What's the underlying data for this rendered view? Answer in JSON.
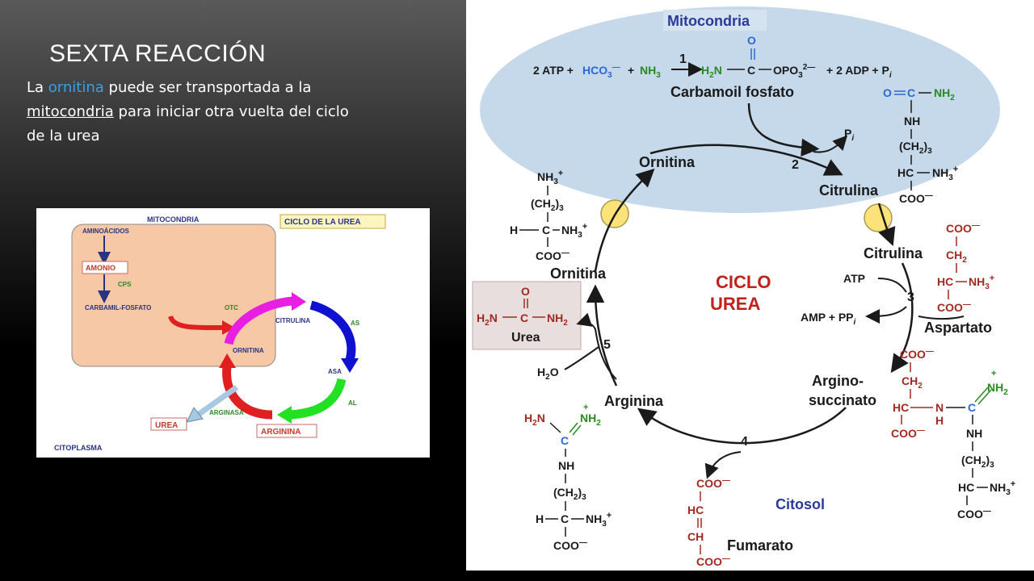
{
  "slide": {
    "title": "SEXTA REACCIÓN",
    "body": {
      "t1": "La ",
      "t2": "ornitina",
      "t3": " puede ser transportada a la ",
      "t4": "mitocondria",
      "t5": " para iniciar otra vuelta del ciclo de la urea"
    }
  },
  "small_diagram": {
    "mitocondria": "MITOCONDRIA",
    "ciclo": "CICLO DE LA UREA",
    "aminoacidos": "AMINOÁCIDOS",
    "amonio": "AMONIO",
    "cps": "CPS",
    "carbamil": "CARBAMIL-FOSFATO",
    "otc": "OTC",
    "citrulina": "CITRULINA",
    "as": "AS",
    "ornitina": "ORNITINA",
    "asa": "ASA",
    "al": "AL",
    "urea": "UREA",
    "arginasa": "ARGINASA",
    "arginina": "ARGININA",
    "citoplasma": "CITOPLASMA"
  },
  "big_diagram": {
    "mitocondria": "Mitocondria",
    "reaction1_left": "2 ATP + HCO",
    "reaction1_hco3_sub": "3",
    "reaction1_nh3": " + NH",
    "reaction1_nh3_sub": "3",
    "reaction1_num": "1",
    "reaction1_right": "+ 2 ADP + P",
    "reaction1_pi_sub": "i",
    "h2n": "H",
    "opo3": "OPO",
    "carbamoil": "Carbamoil  fosfato",
    "pi": "P",
    "pi_sub": "i",
    "num2": "2",
    "ornitina_mito": "Ornitina",
    "citrulina_mito": "Citrulina",
    "citrulina_cyto": "Citrulina",
    "ornitina_cyto": "Ornitina",
    "ciclo": "CICLO",
    "urea_center": "UREA",
    "atp": "ATP",
    "amp": "AMP + PP",
    "amp_sub": "i",
    "num3": "3",
    "aspartato": "Aspartato",
    "urea_label": "Urea",
    "num5": "5",
    "h2o": "H",
    "argino1": "Argino-",
    "argino2": "succinato",
    "arginina": "Arginina",
    "num4": "4",
    "citosol": "Citosol",
    "fumarato": "Fumarato"
  }
}
